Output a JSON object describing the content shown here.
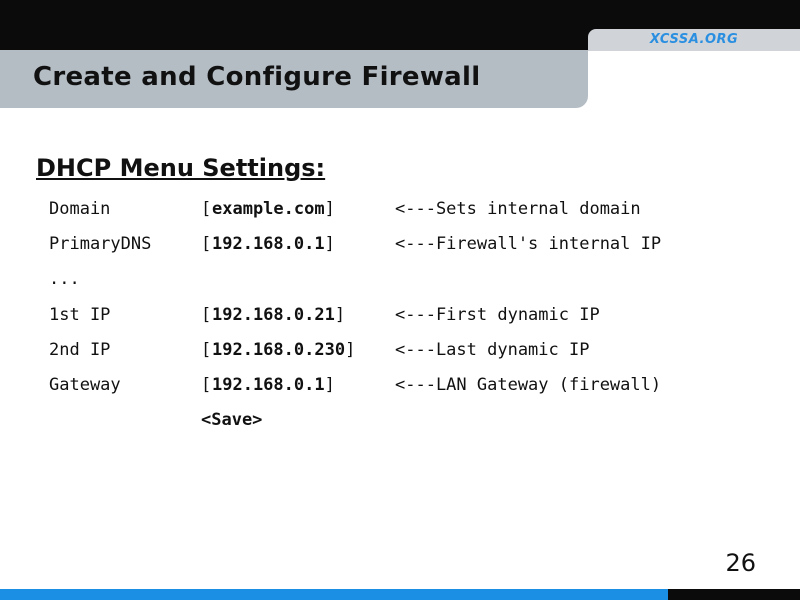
{
  "header": {
    "brand": "XCSSA.ORG",
    "title": "Create and Configure Firewall"
  },
  "section_heading": "DHCP Menu Settings:",
  "rows": [
    {
      "label": "Domain",
      "open": "[",
      "value": "example.com",
      "close": "]",
      "comment": "<---Sets internal domain"
    },
    {
      "label": "PrimaryDNS",
      "open": "[",
      "value": "192.168.0.1",
      "close": "]",
      "comment": "<---Firewall's internal IP"
    },
    {
      "label": "...",
      "open": "",
      "value": "",
      "close": "",
      "comment": ""
    },
    {
      "label": "1st IP",
      "open": "[",
      "value": "192.168.0.21",
      "close": "]",
      "comment": "<---First dynamic IP"
    },
    {
      "label": "2nd IP",
      "open": "[",
      "value": "192.168.0.230",
      "close": "]",
      "comment": "<---Last dynamic IP"
    },
    {
      "label": "Gateway",
      "open": "[",
      "value": "192.168.0.1",
      "close": "]",
      "comment": "<---LAN Gateway (firewall)"
    }
  ],
  "save_label": "<Save>",
  "page_number": "26",
  "colors": {
    "top_bar": "#0b0b0b",
    "title_band": "#b4bcc4",
    "brand_tab": "#d0d4d9",
    "brand_text": "#2a8fe0",
    "bottom_stripe": "#1a8fe3"
  }
}
